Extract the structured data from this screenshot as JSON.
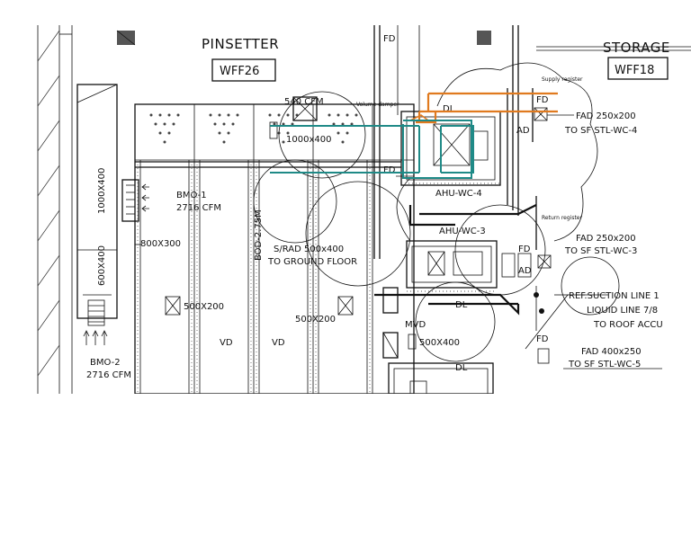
{
  "rooms": [
    {
      "name": "PINSETTER",
      "tag": "WFF26"
    },
    {
      "name": "STORAGE",
      "tag": "WFF18"
    }
  ],
  "units": {
    "ahu_1": "AHU-WC-4",
    "ahu_2": "AHU-WC-3"
  },
  "annotations": {
    "supply_register": "Supply register",
    "volume_damper": "Volume damper",
    "return_register": "Return register"
  },
  "labels": {
    "fd_top": "FD",
    "fd_mid": "FD",
    "fd_r1": "FD",
    "fd_r2": "FD",
    "fd_r3": "FD",
    "ad_1": "AD",
    "ad_2": "AD",
    "dl_1": "DL",
    "dl_2": "DL",
    "dl_3": "DL",
    "vd_1": "VD",
    "vd_2": "VD",
    "mvd": "MVD",
    "duct_1000x400_v": "1000X400",
    "duct_600x400_v": "600X400",
    "duct_800x300": "800X300",
    "duct_1000x400_h": "1000x400",
    "duct_500x200_a": "500X200",
    "duct_500x200_b": "500X200",
    "duct_500x400": "500X400",
    "cfm_540": "540 CFM",
    "bod": "BOD-2.75M",
    "bmo1_name": "BMO-1",
    "bmo1_cfm": "2716 CFM",
    "bmo2_name": "BMO-2",
    "bmo2_cfm": "2716 CFM",
    "srad_1": "S/RAD 500x400",
    "srad_2": "TO GROUND FLOOR",
    "fad1_a": "FAD 250x200",
    "fad1_b": "TO SF STL-WC-4",
    "fad2_a": "FAD 250x200",
    "fad2_b": "TO SF STL-WC-3",
    "fad3_a": "FAD 400x250",
    "fad3_b": "TO SF STL-WC-5",
    "ref_1": "REF.SUCTION LINE 1",
    "ref_2": "LIQUID LINE 7/8",
    "ref_3": "TO ROOF ACCU"
  },
  "colors": {
    "supply_highlight": "#e07a1f",
    "return_highlight": "#1f8a87",
    "linework": "#111111"
  }
}
